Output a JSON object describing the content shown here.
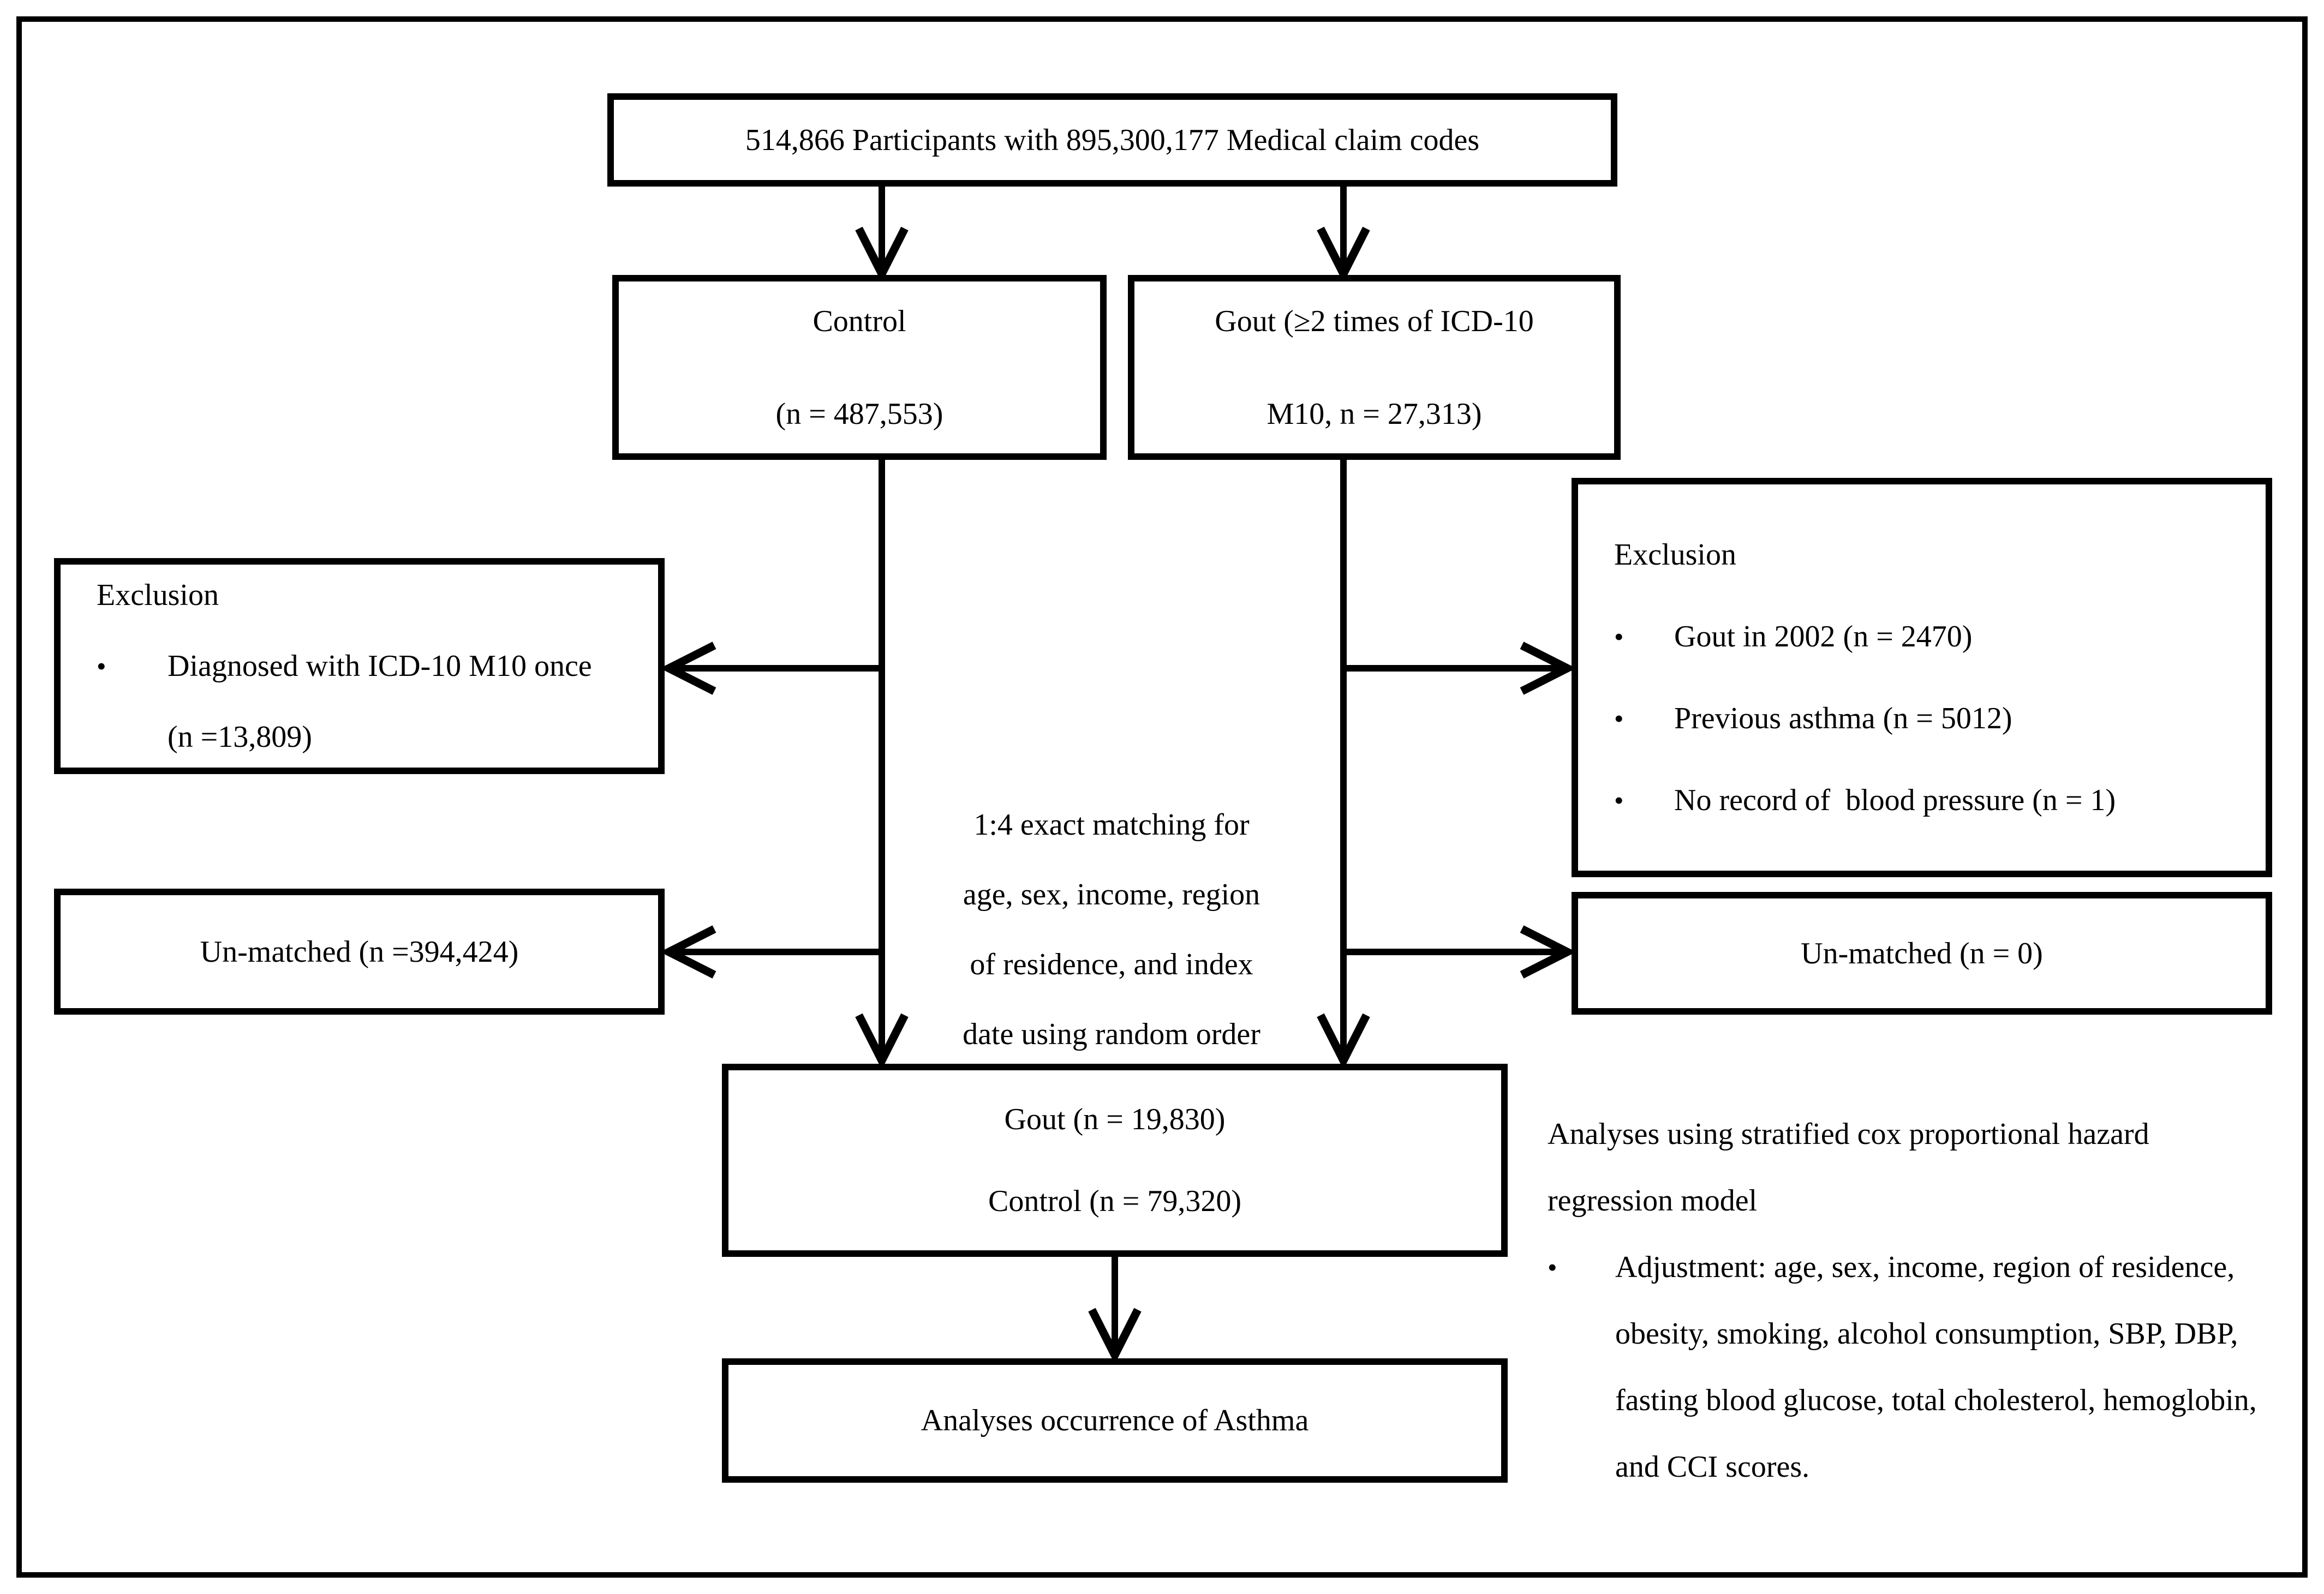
{
  "figure": {
    "top_box": "514,866 Participants with 895,300,177 Medical claim codes",
    "control_box": {
      "line1": "Control",
      "line2": "(n = 487,553)"
    },
    "gout_box": {
      "line1": "Gout (≥2 times of ICD-10",
      "line2": "M10, n = 27,313)"
    },
    "exclusion_left": {
      "title": "Exclusion",
      "items": [
        "Diagnosed with ICD-10 M10 once (n =13,809)"
      ]
    },
    "exclusion_right": {
      "title": "Exclusion",
      "items": [
        "Gout in 2002 (n = 2470)",
        "Previous asthma (n = 5012)",
        "No record of  blood pressure (n = 1)"
      ]
    },
    "unmatched_left": "Un-matched (n =394,424)",
    "unmatched_right": "Un-matched (n = 0)",
    "matching_note": [
      "1:4 exact matching for",
      "age, sex, income, region",
      "of residence, and index",
      "date using random order"
    ],
    "matched_box": {
      "line1": "Gout (n = 19,830)",
      "line2": "Control (n = 79,320)"
    },
    "outcome_box": "Analyses occurrence of Asthma",
    "analysis_note": {
      "intro": [
        "Analyses using stratified cox proportional hazard",
        "regression model"
      ],
      "bullet": "Adjustment: age, sex, income, region of residence, obesity, smoking, alcohol consumption, SBP, DBP, fasting blood glucose, total cholesterol, hemoglobin, and CCI scores."
    }
  },
  "glyphs": {
    "bullet": "•"
  },
  "colors": {
    "ink": "#000000",
    "paper": "#ffffff"
  }
}
